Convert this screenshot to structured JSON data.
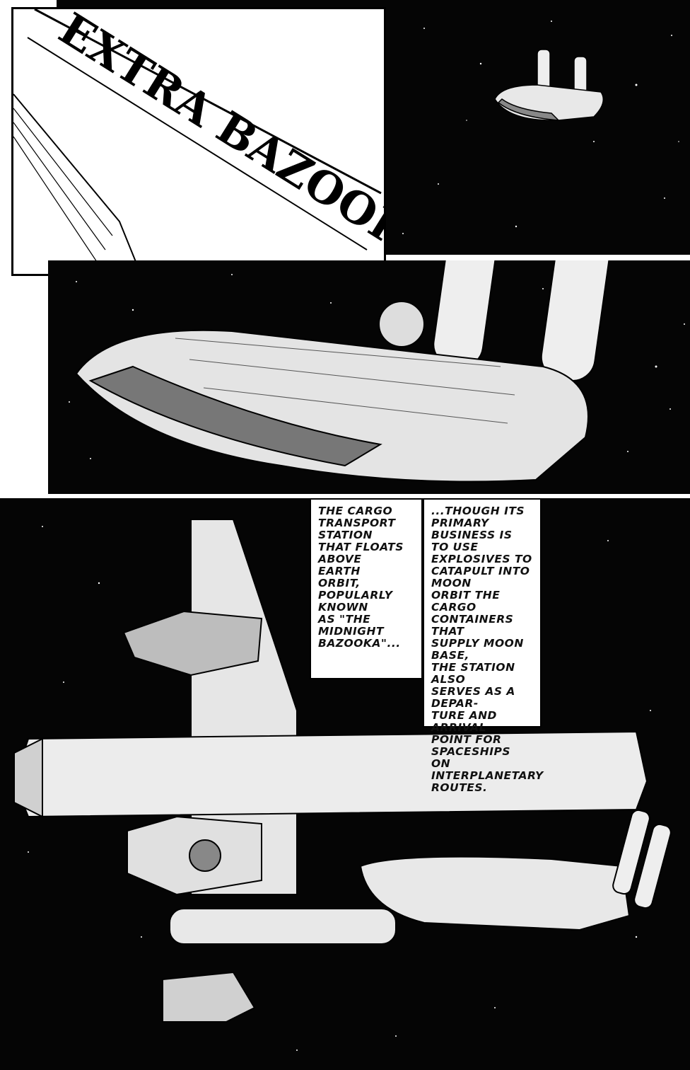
{
  "page": {
    "background_color": "#ffffff",
    "ink_color": "#050505"
  },
  "panels": {
    "title_panel": {
      "title_logo_text": "EXTRA BAZOOKA",
      "icon": "stylized-title-logo"
    },
    "top_right_panel": {
      "icon": "small-spaceship-icon"
    },
    "middle_panel": {
      "icon": "large-spaceship-icon"
    },
    "bottom_panel": {
      "icon": "space-station-icon",
      "captions": [
        {
          "text": "THE CARGO\nTRANSPORT\nSTATION\nTHAT FLOATS\nABOVE\nEARTH\nORBIT,\nPOPULARLY\nKNOWN\nAS \"THE\nMIDNIGHT\nBAZOOKA\"..."
        },
        {
          "text": "...THOUGH ITS\nPRIMARY BUSINESS IS\nTO USE EXPLOSIVES TO\nCATAPULT INTO MOON\nORBIT THE CARGO\nCONTAINERS THAT\nSUPPLY MOON BASE,\nTHE STATION ALSO\nSERVES AS A DEPAR-\nTURE AND ARRIVAL\nPOINT FOR\nSPACESHIPS ON\nINTERPLANETARY\nROUTES."
        }
      ]
    }
  }
}
